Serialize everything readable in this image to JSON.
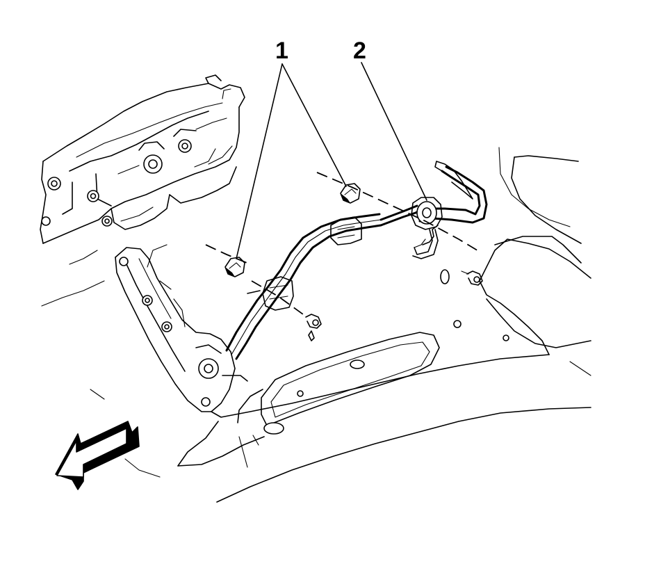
{
  "diagram": {
    "callouts": [
      {
        "id": "1",
        "label": "1"
      },
      {
        "id": "2",
        "label": "2"
      }
    ],
    "colors": {
      "ink": "#000000",
      "paper": "#ffffff"
    },
    "icons": [
      "forward-direction-arrow-icon"
    ]
  }
}
